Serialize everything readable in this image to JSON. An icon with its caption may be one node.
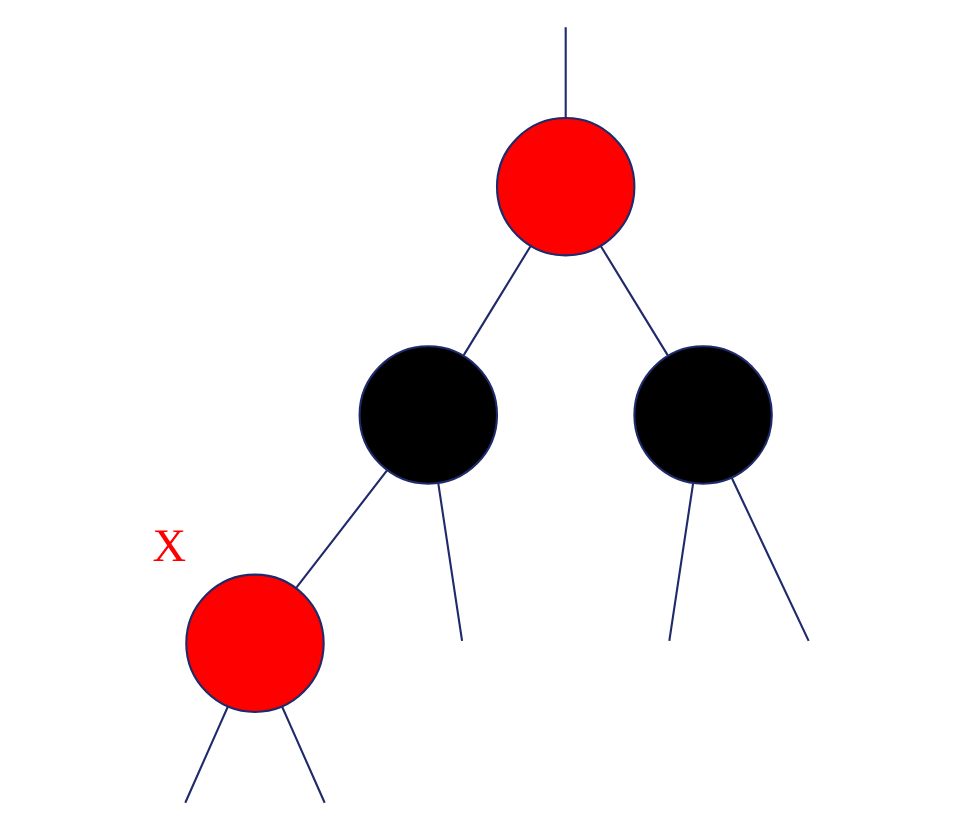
{
  "diagram": {
    "nodes": [
      {
        "text": [],
        "shape": "circle"
      },
      {
        "text": [],
        "shape": "circle"
      },
      {
        "text": [],
        "shape": "circle"
      },
      {
        "text": [],
        "shape": "circle",
        "beside": [
          "X"
        ]
      }
    ],
    "edges": [
      {
        "from": null,
        "to": 0,
        "arrow": "none"
      },
      {
        "from": 0,
        "to": 1,
        "arrow": "none"
      },
      {
        "from": 0,
        "to": 2,
        "arrow": "none"
      },
      {
        "from": 1,
        "to": null,
        "arrow": "none"
      },
      {
        "from": 1,
        "to": 3,
        "arrow": "none"
      },
      {
        "from": 2,
        "to": null,
        "arrow": "none"
      },
      {
        "from": 2,
        "to": null,
        "arrow": "none"
      },
      {
        "from": 3,
        "to": null,
        "arrow": "none"
      },
      {
        "from": 3,
        "to": null,
        "arrow": "none"
      }
    ]
  }
}
